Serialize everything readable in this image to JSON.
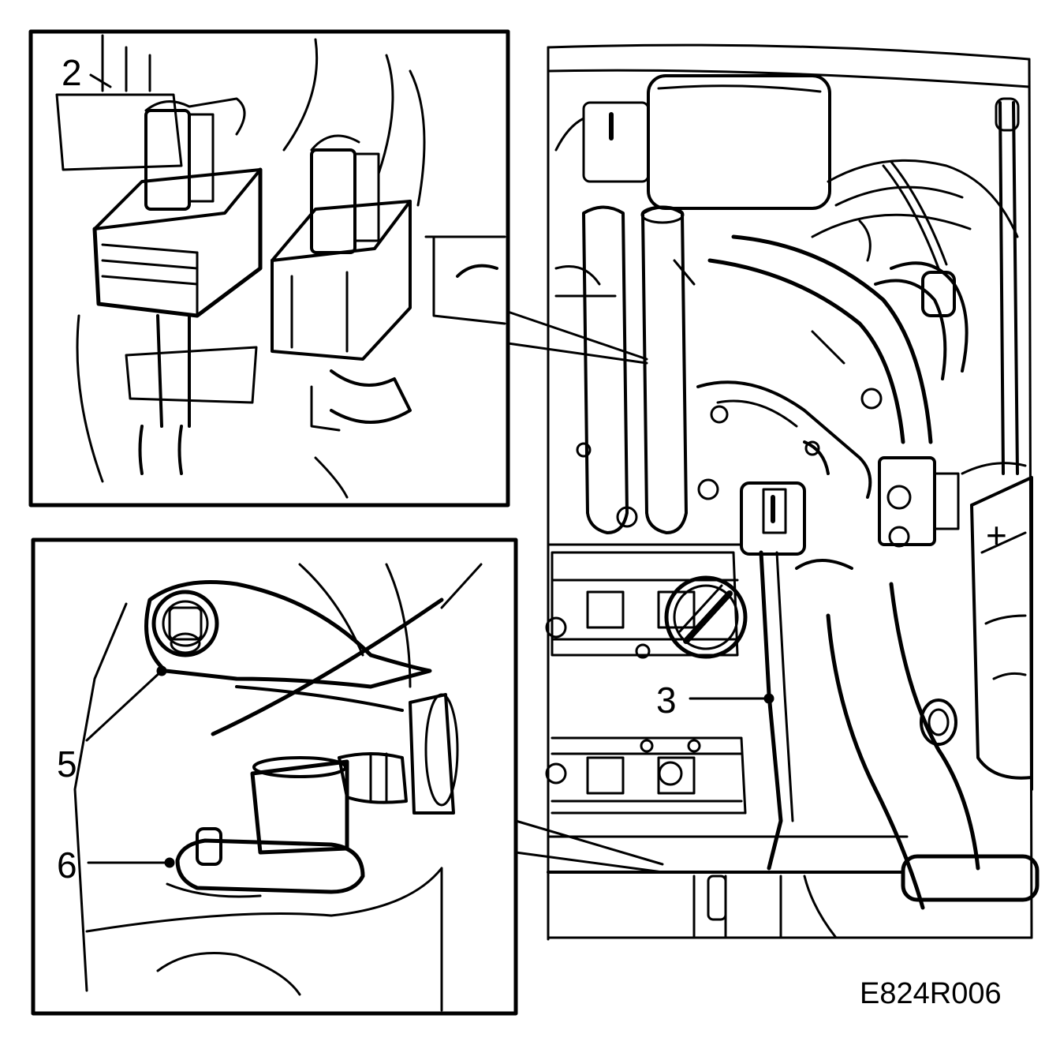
{
  "callouts": {
    "c2": "2",
    "c3": "3",
    "c5": "5",
    "c6": "6"
  },
  "figure_code": "E824R006",
  "battery_sign": "+"
}
